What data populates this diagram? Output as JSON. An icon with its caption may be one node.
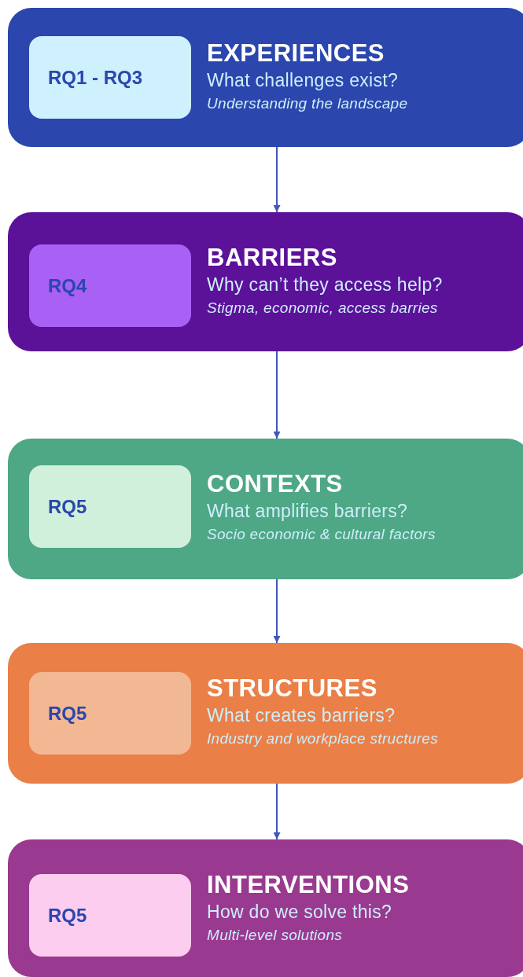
{
  "diagram": {
    "nodes": [
      {
        "text": [
          "EXPERIENCES",
          "What challenges exist?",
          "Understanding the landscape"
        ]
      },
      {
        "text": [
          "RQ1 - RQ3"
        ],
        "in": 0
      },
      {
        "text": [
          "BARRIERS",
          "Why can’t they access help?",
          "Stigma, economic, access barries"
        ]
      },
      {
        "text": [
          "RQ4"
        ],
        "in": 2
      },
      {
        "text": [
          "CONTEXTS",
          "What amplifies barriers?",
          "Socio economic & cultural factors"
        ]
      },
      {
        "text": [
          "RQ5"
        ],
        "in": 4
      },
      {
        "text": [
          "STRUCTURES",
          "What creates barriers?",
          "Industry and workplace structures"
        ]
      },
      {
        "text": [
          "RQ5"
        ],
        "in": 6
      },
      {
        "text": [
          "INTERVENTIONS",
          "How do we solve this?",
          "Multi-level solutions"
        ]
      },
      {
        "text": [
          "RQ5"
        ],
        "in": 8
      }
    ],
    "edges": [
      {
        "from": 0,
        "to": 2,
        "arrow": "to"
      },
      {
        "from": 2,
        "to": 4,
        "arrow": "to"
      },
      {
        "from": 4,
        "to": 6,
        "arrow": "to"
      },
      {
        "from": 6,
        "to": 8,
        "arrow": "to"
      }
    ]
  }
}
